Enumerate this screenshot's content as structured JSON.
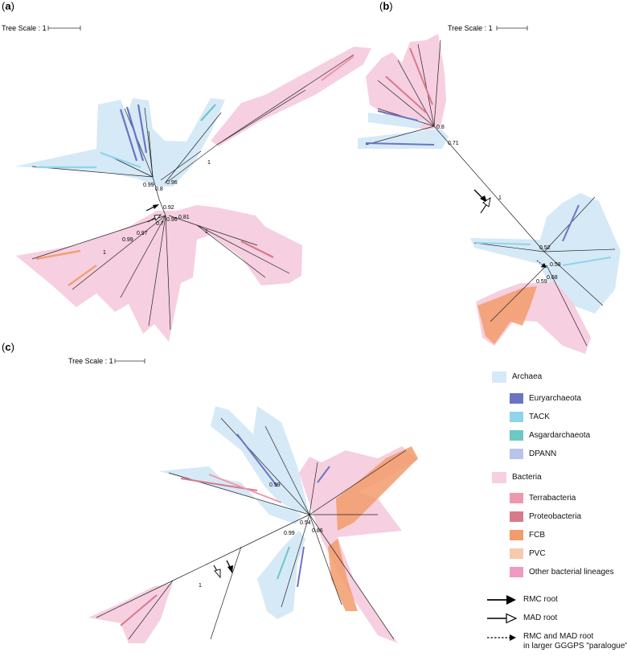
{
  "panels": {
    "a": {
      "label_open": "(",
      "letter": "a",
      "label_close": ")",
      "scale_text": "Tree Scale : 1"
    },
    "b": {
      "label_open": "(",
      "letter": "b",
      "label_close": ")",
      "scale_text": "Tree Scale : 1"
    },
    "c": {
      "label_open": "(",
      "letter": "c",
      "label_close": ")",
      "scale_text": "Tree Scale : 1"
    }
  },
  "support_values": {
    "a": [
      "1",
      "0.99",
      "0.8",
      "0.96",
      "0.92",
      "1",
      "0.99",
      "0.97",
      "0.7",
      "0.96",
      "0.81",
      "1"
    ],
    "b": [
      "0.8",
      "0.71",
      "1",
      "0.52",
      "0.58",
      "0.59",
      "0.68"
    ],
    "c": [
      "0.99",
      "0.99",
      "0.54",
      "0.86",
      "1"
    ]
  },
  "colors": {
    "archaea_bg": "#d6e9f7",
    "bacteria_bg": "#f6cfe0",
    "euryarchaeota": "#6b74c2",
    "tack": "#8fd4ea",
    "asgard": "#6cc7c5",
    "dpann": "#b8c4ea",
    "terrabacteria": "#ee98ad",
    "proteobacteria": "#d87a8a",
    "fcb": "#f29c6b",
    "pvc": "#f8c9ac",
    "other_bacteria": "#ee9ac2"
  },
  "legend": {
    "archaea": "Archaea",
    "euryarchaeota": "Euryarchaeota",
    "tack": "TACK",
    "asgard": "Asgardarchaeota",
    "dpann": "DPANN",
    "bacteria": "Bacteria",
    "terrabacteria": "Terrabacteria",
    "proteobacteria": "Proteobacteria",
    "fcb": "FCB",
    "pvc": "PVC",
    "other": "Other bacterial lineages",
    "rmc_root": "RMC root",
    "mad_root": "MAD root",
    "paralogue_line1": "RMC and MAD root",
    "paralogue_line2": "in larger GGGPS \"paralogue\" (b)"
  }
}
